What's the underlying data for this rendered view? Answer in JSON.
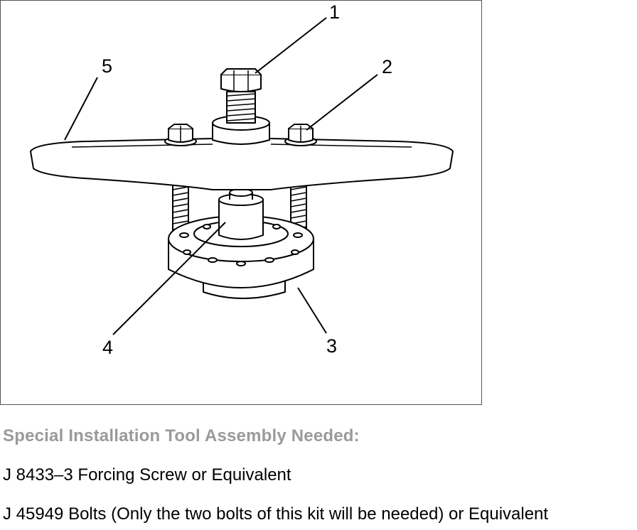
{
  "figure": {
    "callouts": [
      "1",
      "2",
      "3",
      "4",
      "5"
    ]
  },
  "caption": {
    "heading": "Special Installation Tool Assembly Needed:",
    "lines": [
      "J 8433–3 Forcing Screw or Equivalent",
      "J 45949 Bolts (Only the two bolts of this kit will be needed) or Equivalent"
    ]
  }
}
